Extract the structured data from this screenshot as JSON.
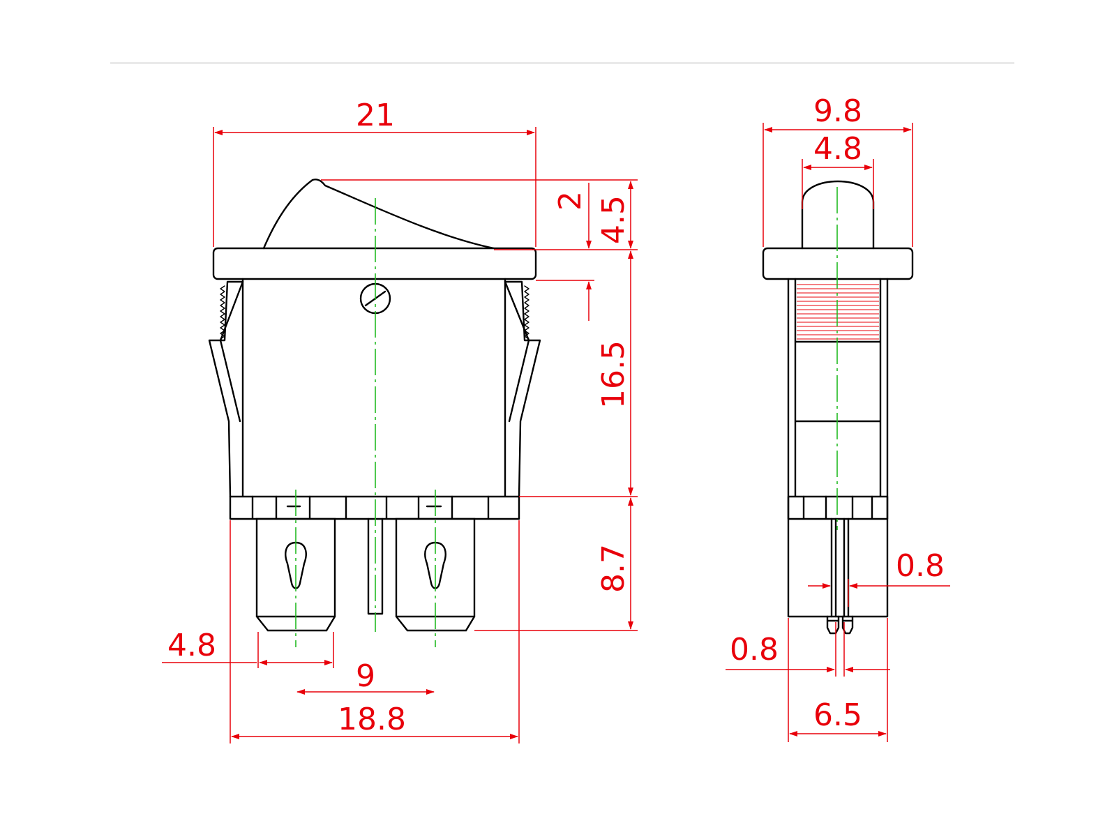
{
  "front_view": {
    "width_overall": "21",
    "rocker_height": "2",
    "top_height": "4.5",
    "body_height": "16.5",
    "terminal_length": "8.7",
    "terminal_width": "4.8",
    "terminal_pitch": "9",
    "base_width": "18.8"
  },
  "side_view": {
    "width_overall": "9.8",
    "rocker_width": "4.8",
    "pin_thickness_right": "0.8",
    "pin_thickness_left": "0.8",
    "base_depth": "6.5"
  },
  "colors": {
    "dimension": "#e8000a",
    "centerline": "#22bb22",
    "outline": "#000000"
  }
}
